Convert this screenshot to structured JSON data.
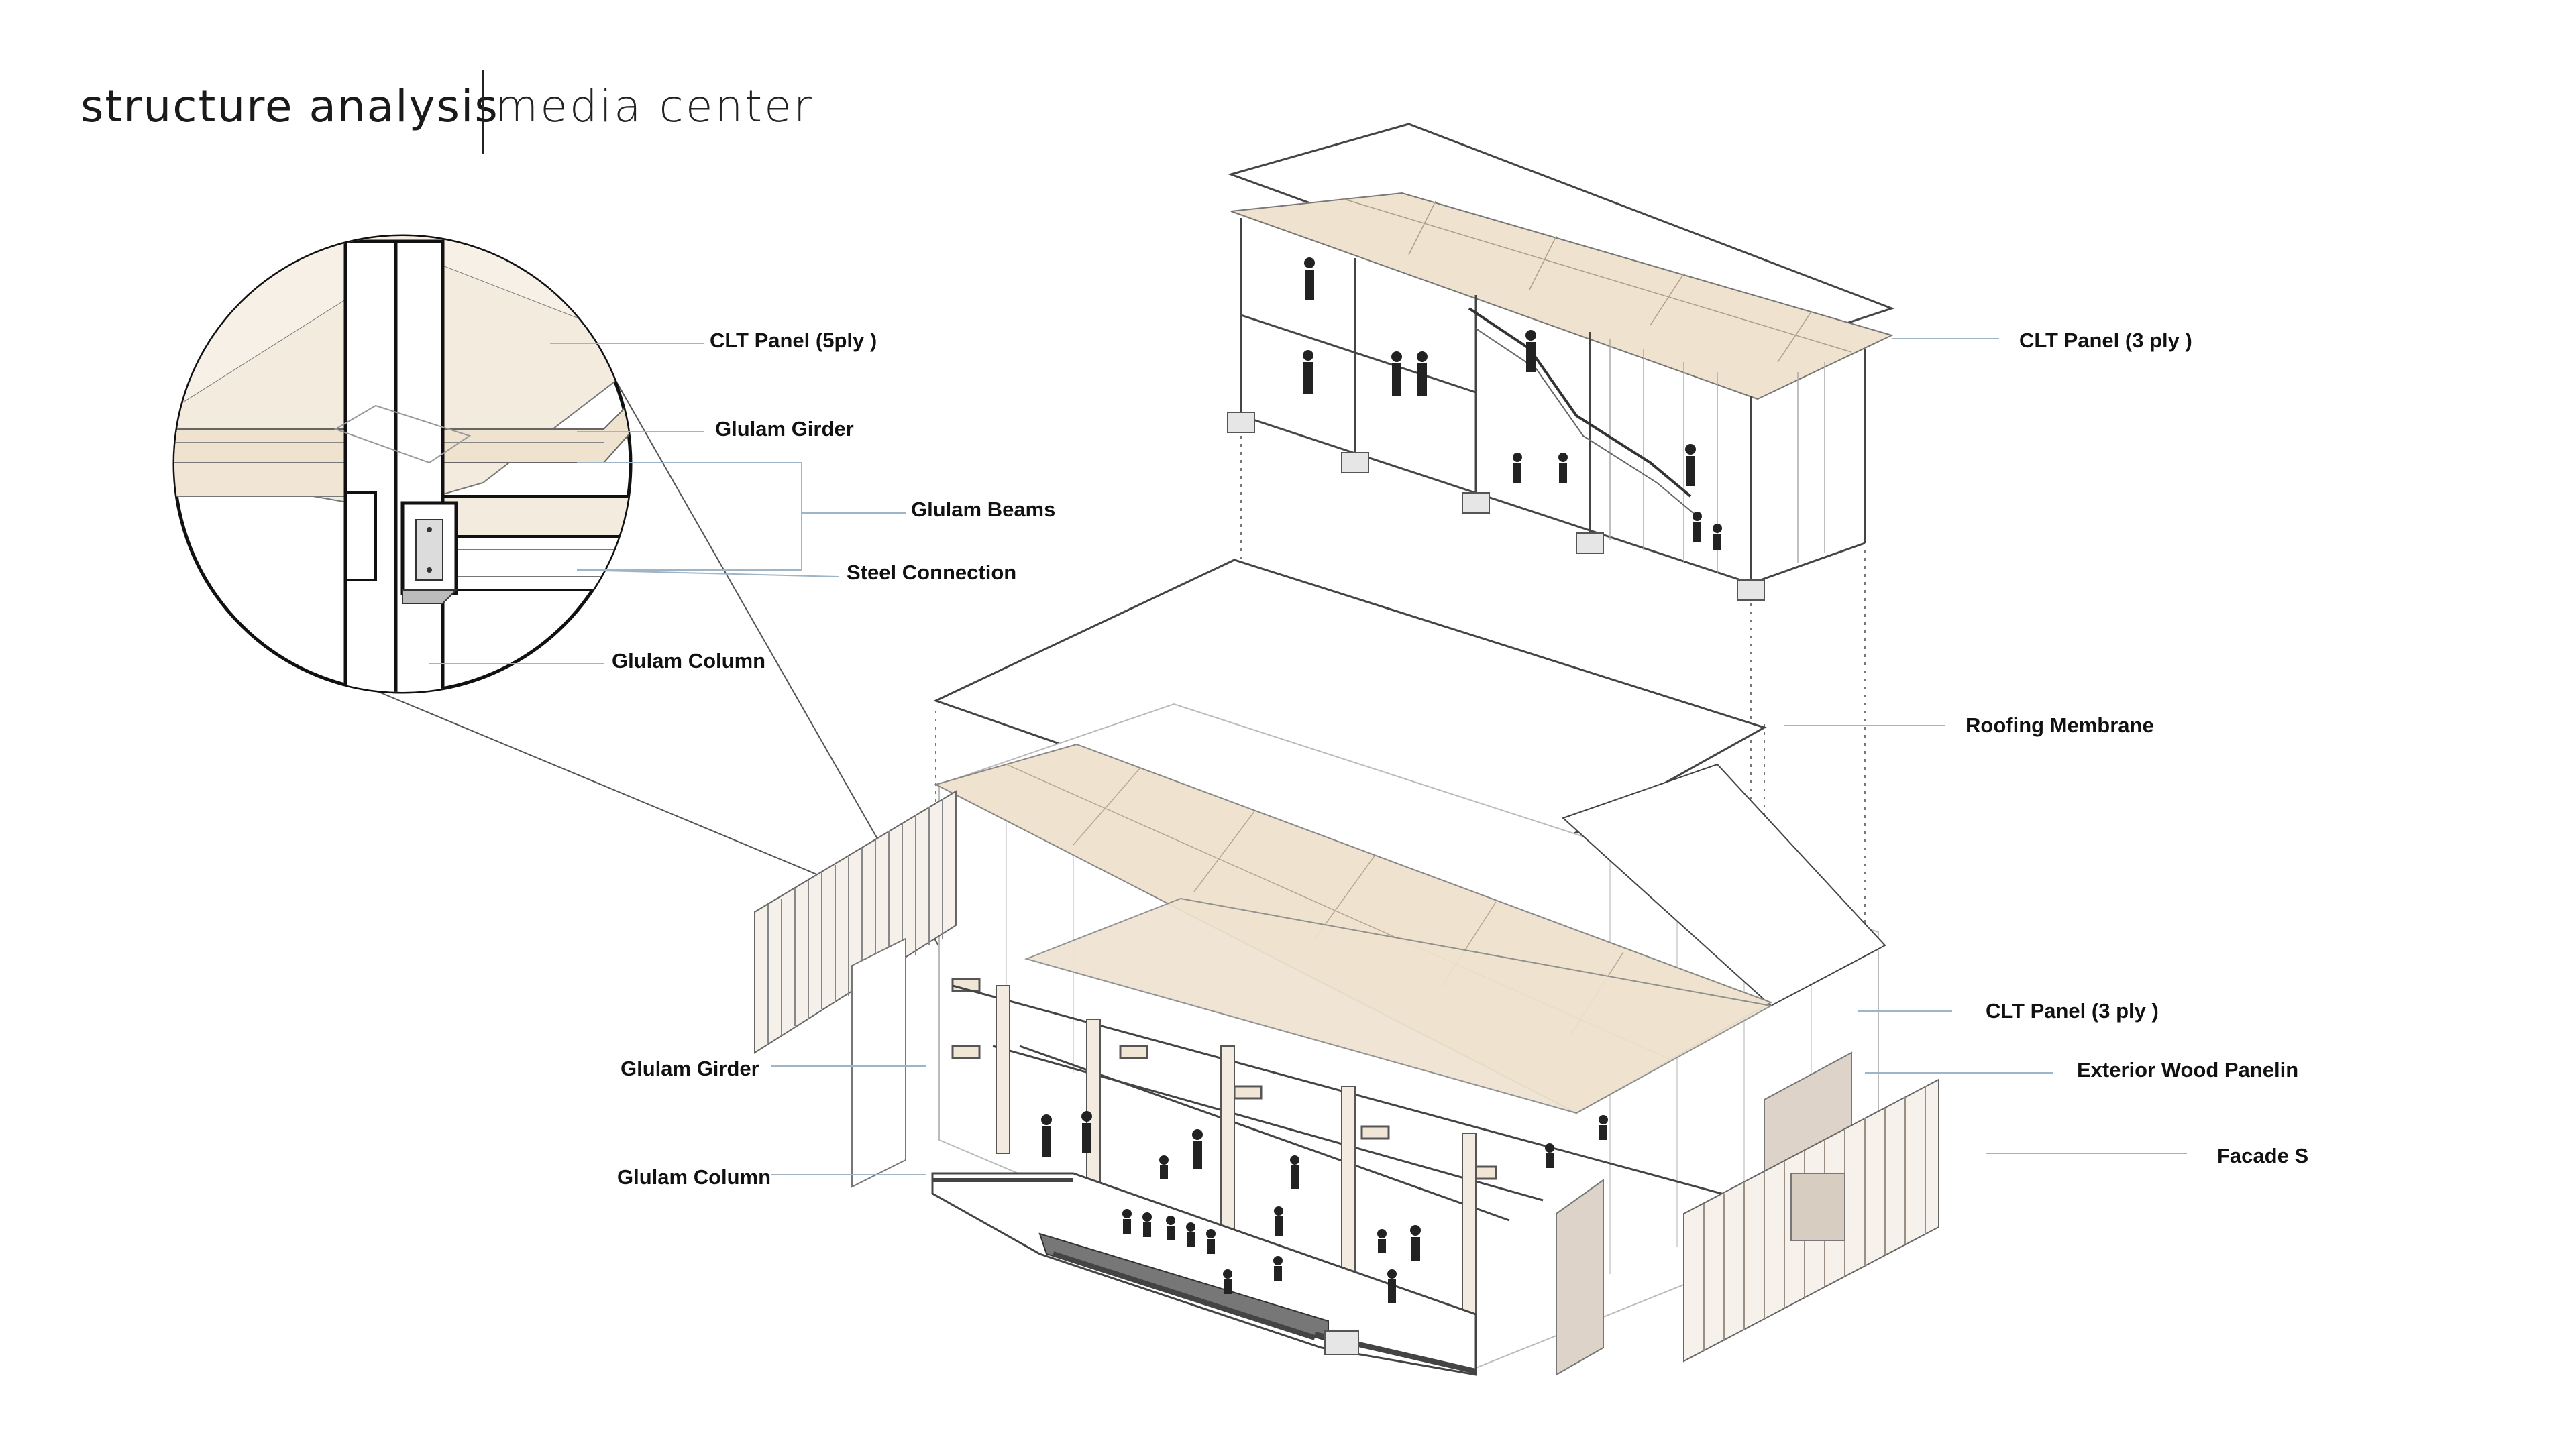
{
  "title": {
    "main": "structure analysis",
    "sub": "media center"
  },
  "colors": {
    "clt_wood": "#efe3d0",
    "line": "#333333",
    "leader": "#9fb4c4",
    "people": "#222222"
  },
  "labels": {
    "detail_clt_panel": "CLT Panel (5ply )",
    "detail_glulam_girder": "Glulam Girder",
    "detail_glulam_beams": "Glulam Beams",
    "detail_steel_connection": "Steel Connection",
    "detail_glulam_column": "Glulam Column",
    "upper_clt_panel": "CLT Panel (3 ply )",
    "roofing_membrane": "Roofing Membrane",
    "lower_clt_panel": "CLT Panel (3 ply )",
    "exterior_wood_paneling": "Exterior Wood Panelin",
    "facade": "Facade S",
    "main_glulam_girder": "Glulam Girder",
    "main_glulam_column": "Glulam Column"
  }
}
